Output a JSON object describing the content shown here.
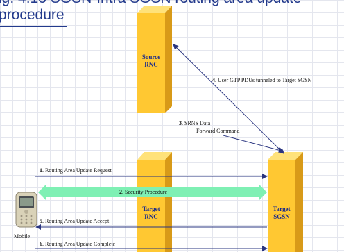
{
  "title": {
    "line1": "ig. 4.13 SGSN-Intra SGSN routing area update",
    "line2": "procedure"
  },
  "nodes": {
    "source_rnc": {
      "line1": "Source",
      "line2": "RNC"
    },
    "target_rnc": {
      "line1": "Target",
      "line2": "RNC"
    },
    "target_sgsn": {
      "line1": "Target",
      "line2": "SGSN"
    }
  },
  "messages": {
    "m1": {
      "num": "1",
      "text": ". Routing Area Update Request"
    },
    "m2": {
      "num": "2",
      "text": ". Security Procedure"
    },
    "m3": {
      "num": "3",
      "text": ". SRNS Data",
      "line2": "Forward Command"
    },
    "m4": {
      "num": "4",
      "text": ". User GTP PDUs tunneled to Target SGSN"
    },
    "m5": {
      "num": "5",
      "text": ". Routing Area Update Accept"
    },
    "m6": {
      "num": "6",
      "text": ". Routing Area Update Complete"
    }
  },
  "mobile_label": "Mobile",
  "colors": {
    "box_front": "#ffc832",
    "box_side": "#d89a18",
    "box_top": "#ffe27a",
    "security_arrow": "#7ff0b4",
    "arrow_line": "#2a3580",
    "title": "#233a8c"
  },
  "icons": {
    "mobile": "mobile-phone-icon"
  }
}
